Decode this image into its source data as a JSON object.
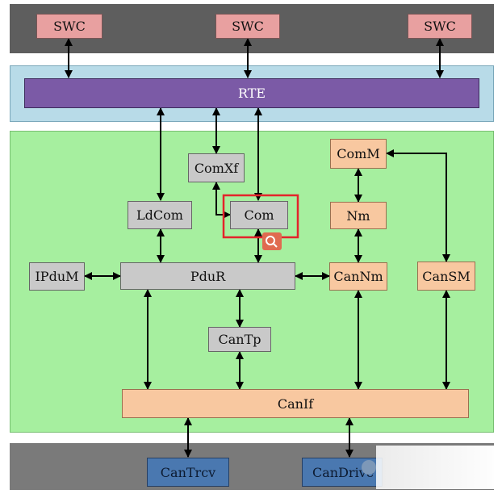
{
  "modules": {
    "swc": "SWC",
    "rte": "RTE",
    "comxf": "ComXf",
    "com": "Com",
    "comm": "ComM",
    "ldcom": "LdCom",
    "nm": "Nm",
    "ipdum": "IPduM",
    "pdur": "PduR",
    "cannm": "CanNm",
    "cansm": "CanSM",
    "cantp": "CanTp",
    "canif": "CanIf",
    "cantrcv": "CanTrcv",
    "candrive": "CanDrive"
  },
  "colors": {
    "app_layer": "#5e5e5e",
    "rte_layer": "#b8dbe8",
    "bsw_layer": "#a6ef9f",
    "mcal_layer": "#7a7a7a",
    "highlight": "#e3242b"
  },
  "icons": [
    "search-icon",
    "magnifier-icon"
  ]
}
